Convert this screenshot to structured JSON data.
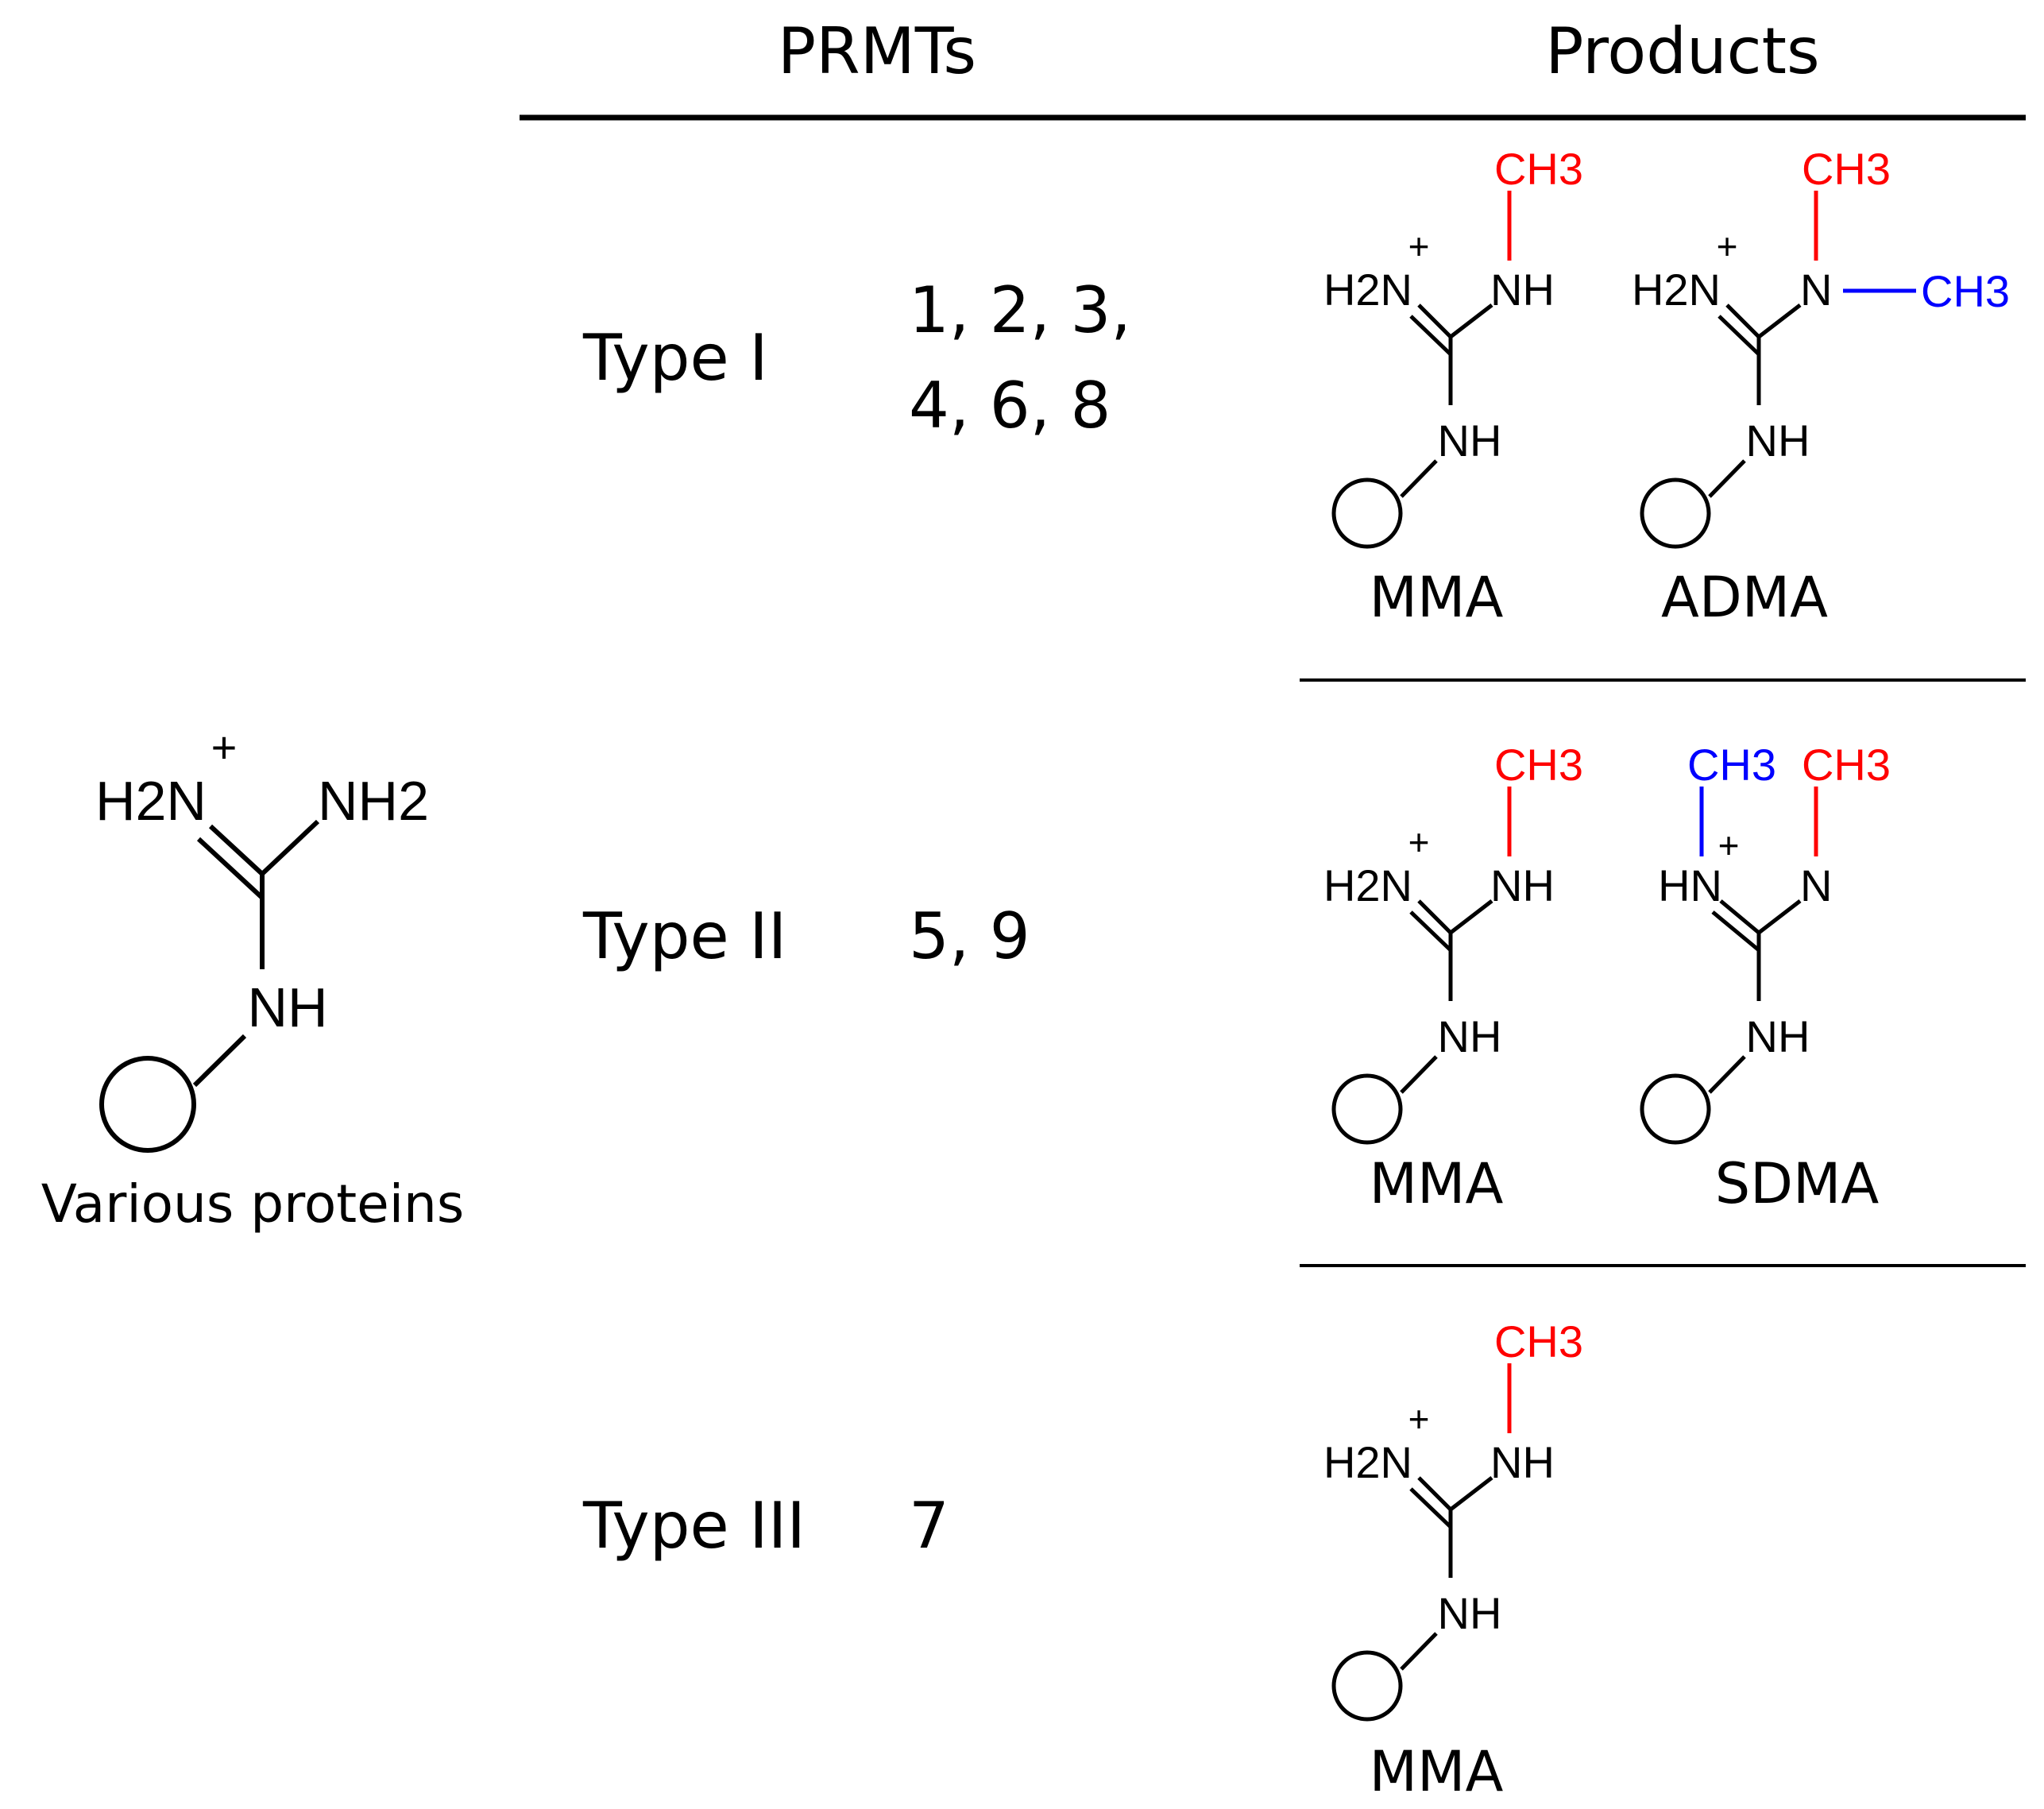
{
  "headers": {
    "prmts": "PRMTs",
    "products": "Products"
  },
  "substrate": {
    "left_amine": "H2N",
    "right_amine": "NH2",
    "charge": "+",
    "nh": "NH",
    "caption": "Various proteins"
  },
  "rows": [
    {
      "type_label": "Type I",
      "prmt_line1": "1, 2, 3,",
      "prmt_line2": "4, 6, 8",
      "products": [
        {
          "name": "MMA",
          "left": "H2N",
          "right": "NH",
          "charge": "+",
          "methyl_top": "CH3",
          "nh": "NH"
        },
        {
          "name": "ADMA",
          "left": "H2N",
          "right": "N",
          "charge": "+",
          "methyl_top": "CH3",
          "methyl_side": "CH3",
          "nh": "NH"
        }
      ]
    },
    {
      "type_label": "Type II",
      "prmt_line1": "5, 9",
      "products": [
        {
          "name": "MMA",
          "left": "H2N",
          "right": "NH",
          "charge": "+",
          "methyl_top": "CH3",
          "nh": "NH"
        },
        {
          "name": "SDMA",
          "left": "HN",
          "right": "N",
          "charge": "+",
          "methyl_top": "CH3",
          "methyl_left": "CH3",
          "nh": "NH"
        }
      ]
    },
    {
      "type_label": "Type III",
      "prmt_line1": "7",
      "products": [
        {
          "name": "MMA",
          "left": "H2N",
          "right": "NH",
          "charge": "+",
          "methyl_top": "CH3",
          "nh": "NH"
        }
      ]
    }
  ],
  "colors": {
    "methyl_primary": "#ff0000",
    "methyl_secondary": "#0000ff",
    "ink": "#000000"
  }
}
